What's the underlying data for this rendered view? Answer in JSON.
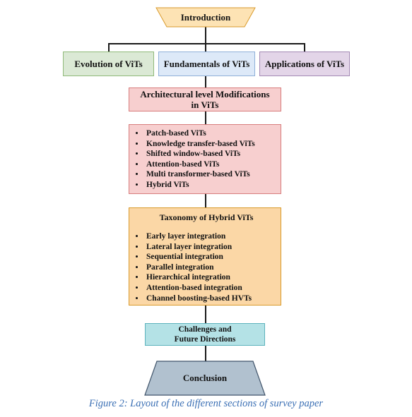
{
  "diagram": {
    "introduction": "Introduction",
    "evolution": "Evolution of ViTs",
    "fundamentals": "Fundamentals of ViTs",
    "applications": "Applications of ViTs",
    "arch_mods": "Architectural level Modifications in ViTs",
    "vit_types": [
      "Patch-based ViTs",
      "Knowledge transfer-based ViTs",
      "Shifted window-based ViTs",
      "Attention-based ViTs",
      "Multi transformer-based ViTs",
      "Hybrid ViTs"
    ],
    "taxonomy_title": "Taxonomy of Hybrid ViTs",
    "taxonomy_items": [
      "Early layer integration",
      "Lateral layer integration",
      "Sequential integration",
      "Parallel integration",
      "Hierarchical integration",
      "Attention-based integration",
      "Channel boosting-based HVTs"
    ],
    "challenges_line1": "Challenges and",
    "challenges_line2": "Future Directions",
    "conclusion": "Conclusion"
  },
  "caption": "Figure 2: Layout of the different sections of survey paper",
  "colors": {
    "intro_fill": "#fde3b4",
    "intro_stroke": "#d99a2b",
    "evolution_fill": "#dbe9d5",
    "evolution_stroke": "#8fba79",
    "fundamentals_fill": "#dde9f8",
    "fundamentals_stroke": "#8fb0d9",
    "applications_fill": "#e3d5e8",
    "applications_stroke": "#a48ab5",
    "pink_fill": "#f7cfcf",
    "pink_stroke": "#d77c7c",
    "taxonomy_fill": "#fbd7a6",
    "taxonomy_stroke": "#d99a2b",
    "challenges_fill": "#b4e2e6",
    "challenges_stroke": "#5db3bd",
    "conclusion_fill": "#b1c1cf",
    "conclusion_stroke": "#40546a",
    "caption_color": "#3a6fb4"
  }
}
